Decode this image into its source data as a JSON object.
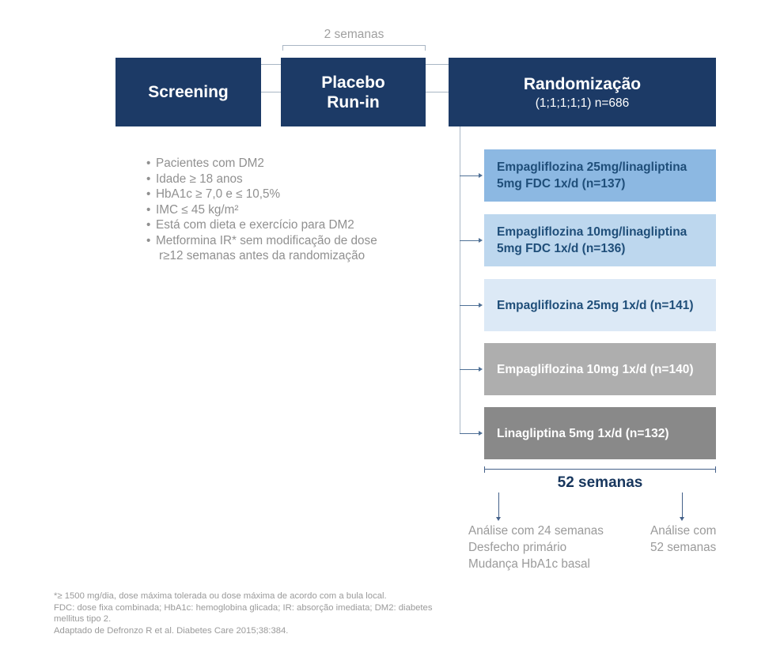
{
  "top_row": {
    "duration_label": "2 semanas",
    "boxes": {
      "screening": {
        "label": "Screening"
      },
      "placebo": {
        "line1": "Placebo",
        "line2": "Run-in"
      },
      "randomization": {
        "label": "Randomização",
        "sublabel": "(1;1;1;1;1) n=686"
      }
    }
  },
  "criteria": {
    "items": [
      "Pacientes com DM2",
      "Idade ≥ 18 anos",
      "HbA1c ≥ 7,0 e ≤ 10,5%",
      "IMC ≤ 45 kg/m²",
      "Está com dieta e exercício para DM2",
      "Metformina IR* sem modificação de dose"
    ],
    "continuation": "r≥12 semanas antes da randomização"
  },
  "arms": [
    {
      "line1": "Empagliflozina 25mg/linagliptina",
      "line2": "5mg FDC 1x/d (n=137)",
      "bg": "#8cb8e2",
      "text_color": "#1f4e79"
    },
    {
      "line1": "Empagliflozina 10mg/linagliptina",
      "line2": "5mg FDC 1x/d (n=136)",
      "bg": "#bdd7ee",
      "text_color": "#1f4e79"
    },
    {
      "line1": "Empagliflozina 25mg 1x/d (n=141)",
      "line2": "",
      "bg": "#dce9f6",
      "text_color": "#1f4e79"
    },
    {
      "line1": "Empagliflozina 10mg 1x/d (n=140)",
      "line2": "",
      "bg": "#aeaeae",
      "text_color": "#ffffff"
    },
    {
      "line1": "Linagliptina 5mg 1x/d (n=132)",
      "line2": "",
      "bg": "#898989",
      "text_color": "#ffffff"
    }
  ],
  "bottom": {
    "duration_label": "52 semanas",
    "analysis_left": {
      "line1": "Análise com 24 semanas",
      "line2": "Desfecho primário",
      "line3": "Mudança HbA1c basal"
    },
    "analysis_right": {
      "line1": "Análise com",
      "line2": "52 semanas"
    }
  },
  "footnotes": {
    "line1": "*≥ 1500 mg/dia, dose máxima tolerada ou dose máxima de acordo com a bula local.",
    "line2": "FDC: dose fixa combinada; HbA1c: hemoglobina glicada; IR: absorção imediata; DM2: diabetes",
    "line3": "mellitus tipo 2.",
    "line4": "Adaptado de Defronzo R et al. Diabetes Care 2015;38:384."
  },
  "colors": {
    "phase_box_bg": "#1c3a66",
    "arm_text_blue": "#1f4e79",
    "accent_navy": "#17365d",
    "muted_text": "#9a9a9a",
    "connector_gray": "#a9b6c4",
    "arrow_steel": "#4f7096"
  }
}
